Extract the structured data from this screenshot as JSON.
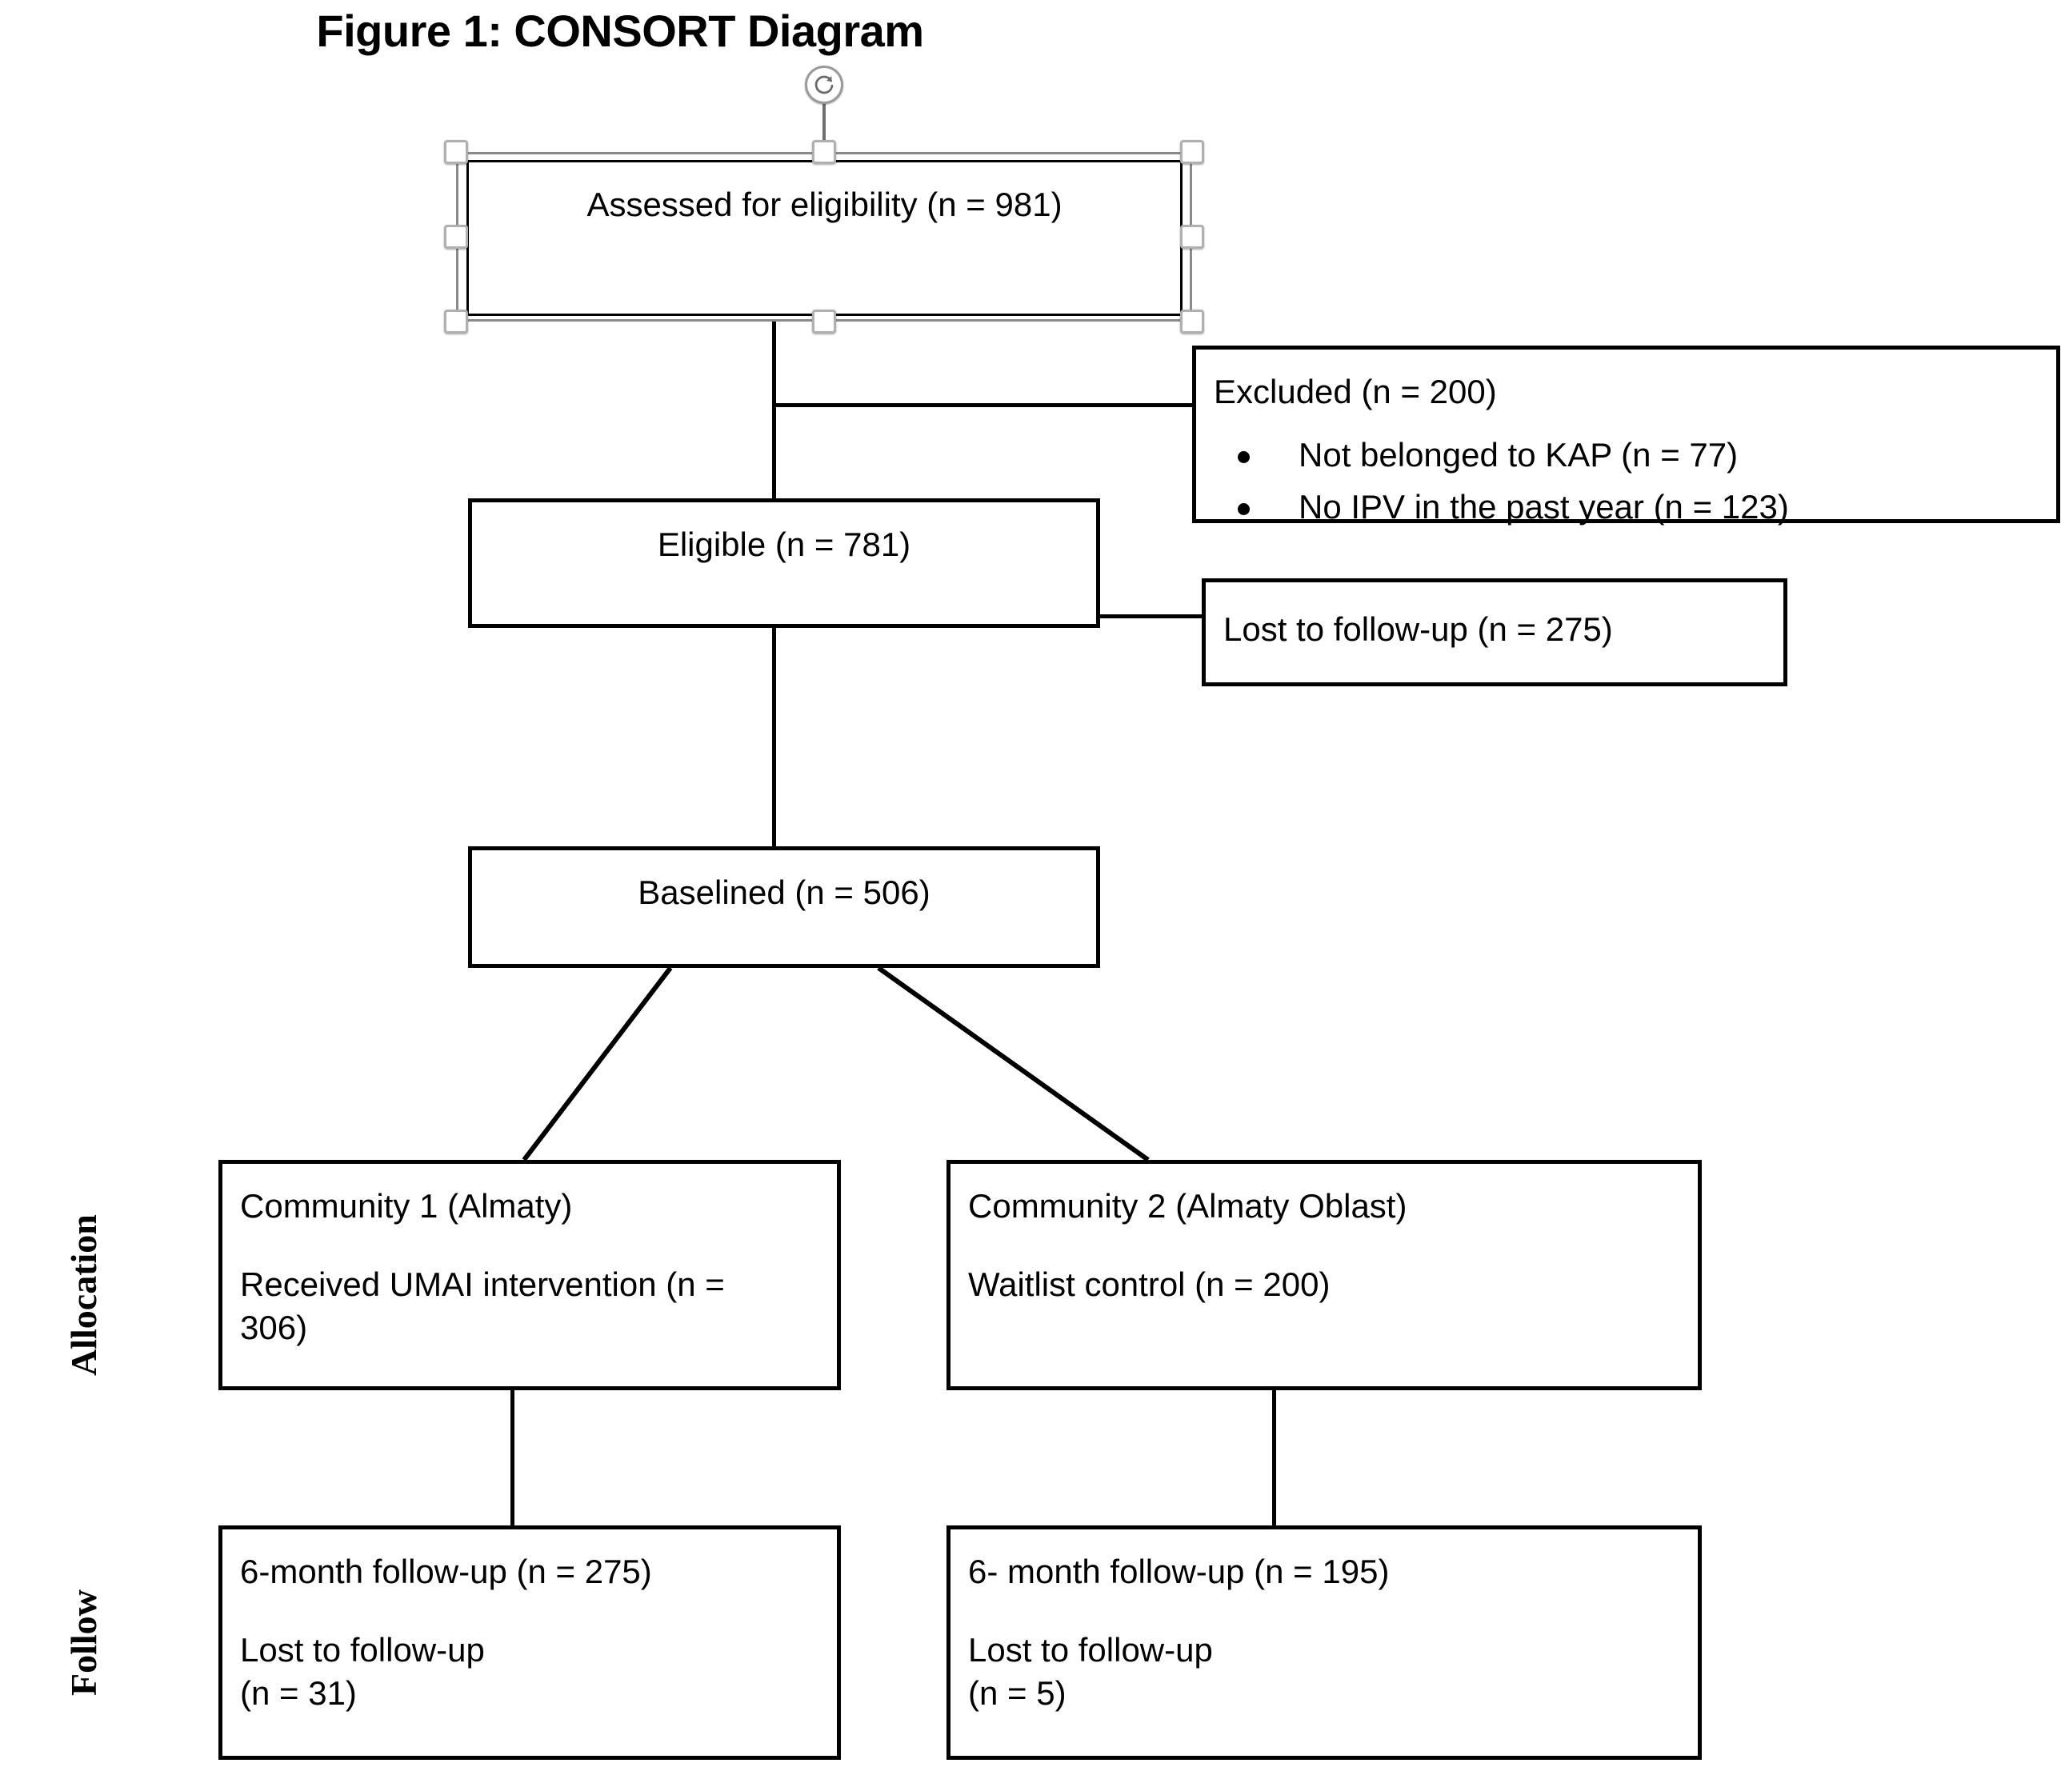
{
  "figure": {
    "title": "Figure 1: CONSORT Diagram"
  },
  "side_labels": {
    "allocation": "Allocation",
    "follow": "Follow"
  },
  "nodes": {
    "assessed": {
      "text": "Assessed for eligibility (n = 981)"
    },
    "excluded": {
      "heading": "Excluded (n = 200)",
      "bullets": [
        "Not belonged to KAP (n = 77)",
        "No IPV in the past year (n = 123)"
      ]
    },
    "eligible": {
      "text": "Eligible (n = 781)"
    },
    "lost_followup_eligible": {
      "text": "Lost to follow-up (n = 275)"
    },
    "baselined": {
      "text": "Baselined (n = 506)"
    },
    "community1": {
      "line1": "Community 1 (Almaty)",
      "line2": "Received UMAI intervention (n =",
      "line3": "306)"
    },
    "community2": {
      "line1": "Community 2 (Almaty Oblast)",
      "line2": "Waitlist control (n = 200)"
    },
    "followup1": {
      "line1": "6-month follow-up (n = 275)",
      "line2": "Lost to follow-up",
      "line3": "(n = 31)"
    },
    "followup2": {
      "line1": "6- month follow-up (n = 195)",
      "line2": "Lost to follow-up",
      "line3": "(n = 5)"
    }
  },
  "selection": {
    "rotate_icon": "rotate-handle-icon",
    "handle_count": 8
  },
  "colors": {
    "stroke": "#000000",
    "background": "#ffffff",
    "selection_border": "#8a8a8a",
    "handle_fill": "#ffffff",
    "handle_border": "#b0b0b0"
  },
  "chart_data": {
    "type": "diagram",
    "diagram_kind": "CONSORT flow diagram",
    "title": "Figure 1: CONSORT Diagram",
    "stages": [
      {
        "id": "assessed",
        "label": "Assessed for eligibility",
        "n": 981
      },
      {
        "id": "excluded",
        "label": "Excluded",
        "n": 200,
        "reasons": [
          {
            "label": "Not belonged to KAP",
            "n": 77
          },
          {
            "label": "No IPV in the past year",
            "n": 123
          }
        ]
      },
      {
        "id": "eligible",
        "label": "Eligible",
        "n": 781
      },
      {
        "id": "lost_followup_eligible",
        "label": "Lost to follow-up",
        "n": 275
      },
      {
        "id": "baselined",
        "label": "Baselined",
        "n": 506
      },
      {
        "id": "community1",
        "label": "Community 1 (Almaty) - Received UMAI intervention",
        "n": 306
      },
      {
        "id": "community2",
        "label": "Community 2 (Almaty Oblast) - Waitlist control",
        "n": 200
      },
      {
        "id": "followup1",
        "label": "6-month follow-up (Community 1)",
        "n": 275,
        "lost": 31
      },
      {
        "id": "followup2",
        "label": "6- month follow-up (Community 2)",
        "n": 195,
        "lost": 5
      }
    ],
    "edges": [
      {
        "from": "assessed",
        "to": "eligible"
      },
      {
        "from": "assessed",
        "to": "excluded"
      },
      {
        "from": "eligible",
        "to": "lost_followup_eligible"
      },
      {
        "from": "eligible",
        "to": "baselined"
      },
      {
        "from": "baselined",
        "to": "community1"
      },
      {
        "from": "baselined",
        "to": "community2"
      },
      {
        "from": "community1",
        "to": "followup1"
      },
      {
        "from": "community2",
        "to": "followup2"
      }
    ],
    "row_labels": [
      "Allocation",
      "Follow"
    ]
  }
}
